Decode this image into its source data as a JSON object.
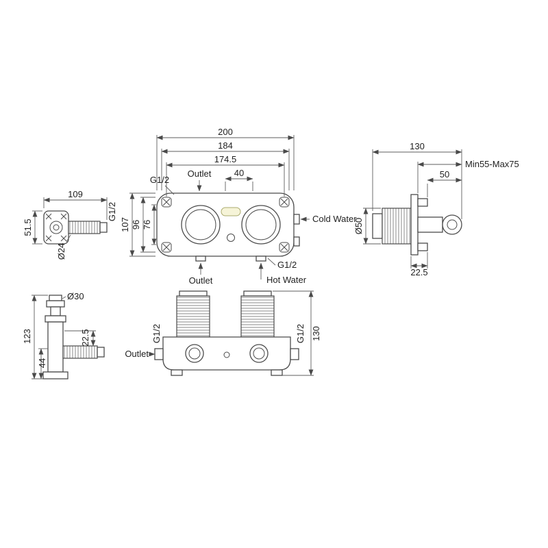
{
  "colors": {
    "line": "#4a4a4a",
    "text": "#1f1f1f",
    "highlight": "#f6f4d8",
    "background": "#ffffff"
  },
  "views": {
    "front": {
      "width_overall": "200",
      "width_body": "184",
      "width_screw_centers": "174.5",
      "outlet_offset": "40",
      "outlet_top_label": "Outlet",
      "thread_top_left": "G1/2",
      "height_overall": "107",
      "height_inner": "96",
      "height_port_centers": "76",
      "cold_water_label": "Cold Water",
      "thread_bottom_right": "G1/2",
      "outlet_bottom_label": "Outlet",
      "hot_water_label": "Hot Water"
    },
    "side_left": {
      "width": "109",
      "thread": "G1/2",
      "height": "51.5",
      "pipe_diameter": "Ø24"
    },
    "side_right": {
      "width": "130",
      "install_depth": "Min55-Max75",
      "front_depth": "50",
      "body_diameter": "Ø50",
      "plate_offset": "22.5"
    },
    "bottom_left": {
      "cap_diameter": "Ø30",
      "height": "123",
      "lower_height": "44",
      "pipe_offset": "22.5"
    },
    "bottom_front": {
      "thread_left": "G1/2",
      "thread_right": "G1/2",
      "height": "130",
      "outlet_label": "Outlet"
    }
  }
}
